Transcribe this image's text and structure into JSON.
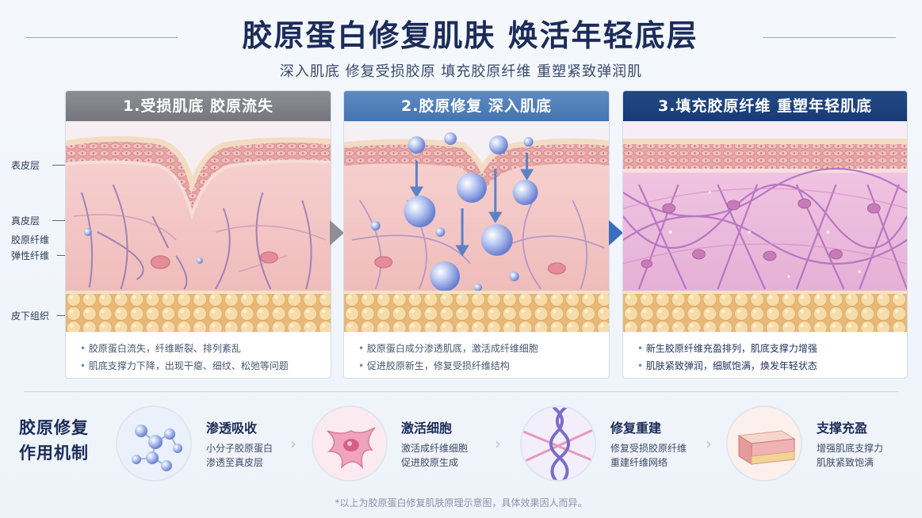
{
  "header": {
    "title": "胶原蛋白修复肌肤  焕活年轻底层",
    "subtitle": "深入肌底 修复受损胶原  填充胶原纤维  重塑紧致弹润肌"
  },
  "layer_labels": {
    "epidermis": "表皮层",
    "dermis": "真皮层",
    "collagen": "胶原纤维",
    "elastin": "弹性纤维",
    "subcutaneous": "皮下组织"
  },
  "panels": [
    {
      "title": "1.受损肌底  胶原流失",
      "bullets": [
        "胶原蛋白流失，纤维断裂、排列紊乱",
        "肌底支撑力下降，出现干瘪、细纹、松弛等问题"
      ]
    },
    {
      "title": "2.胶原修复  深入肌底",
      "bullets": [
        "胶原蛋白成分渗透肌底，激活成纤维细胞",
        "促进胶原新生，修复受损纤维结构"
      ]
    },
    {
      "title": "3.填充胶原纤维  重塑年轻肌底",
      "bullets": [
        "新生胶原纤维充盈排列，肌底支撑力增强",
        "肌肤紧致弹润，细腻饱满，焕发年轻状态"
      ]
    }
  ],
  "mechanism": {
    "title_line1": "胶原修复",
    "title_line2": "作用机制",
    "steps": [
      {
        "title": "渗透吸收",
        "line1": "小分子胶原蛋白",
        "line2": "渗透至真皮层",
        "icon": "molecule-icon"
      },
      {
        "title": "激活细胞",
        "line1": "激活成纤维细胞",
        "line2": "促进胶原生成",
        "icon": "fibroblast-icon"
      },
      {
        "title": "修复重建",
        "line1": "修复受损胶原纤维",
        "line2": "重建纤维网络",
        "icon": "fiber-helix-icon"
      },
      {
        "title": "支撑充盈",
        "line1": "增强肌底支撑力",
        "line2": "肌肤紧致饱满",
        "icon": "skin-block-icon"
      }
    ]
  },
  "footnote": "*以上为胶原蛋白修复肌肤原理示意图，具体效果因人而异。",
  "colors": {
    "navy": "#1c2c5a",
    "gray_head": "#7f8186",
    "blue_head": "#4f7db8",
    "dark_head": "#1e427e",
    "skin_pink": "#f2c6c6",
    "fat_yellow": "#f3d39a"
  }
}
